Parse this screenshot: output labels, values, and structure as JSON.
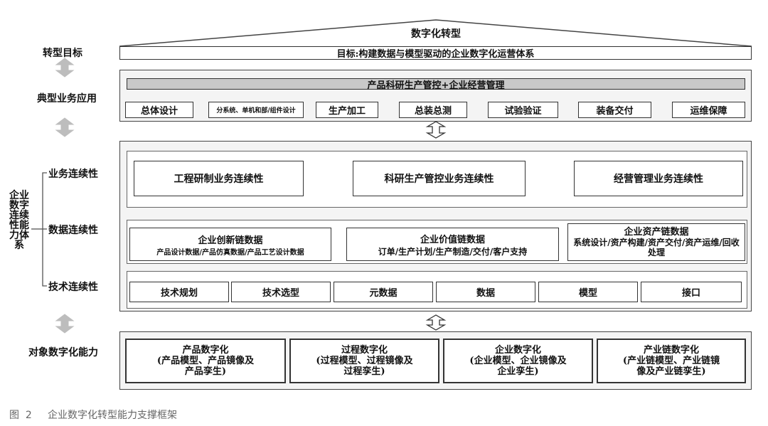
{
  "title": "数字化转型",
  "left_labels": {
    "goal": "转型目标",
    "apps": "典型业务应用",
    "system": "企业数字连续性能力体系",
    "business": "业务连续性",
    "data": "数据连续性",
    "tech": "技术连续性",
    "object": "对象数字化能力"
  },
  "goal_text": "目标:构建数据与模型驱动的企业数字化运营体系",
  "apps": {
    "header": "产品科研生产管控+企业经营管理",
    "steps": [
      "总体设计",
      "分系统、单机和部/组件设计",
      "生产加工",
      "总装总测",
      "试验验证",
      "装备交付",
      "运维保障"
    ]
  },
  "business": [
    "工程研制业务连续性",
    "科研生产管控业务连续性",
    "经营管理业务连续性"
  ],
  "data_chains": [
    {
      "title": "企业创新链数据",
      "detail": "产品设计数据/产品仿真数据/产品工艺设计数据"
    },
    {
      "title": "企业价值链数据",
      "detail": "订单/生产计划/生产制造/交付/客户支持"
    },
    {
      "title": "企业资产链数据",
      "detail": "系统设计/资产构建/资产交付/资产运维/回收处理"
    }
  ],
  "tech": [
    "技术规划",
    "技术选型",
    "元数据",
    "数据",
    "模型",
    "接口"
  ],
  "objects": [
    {
      "title": "产品数字化",
      "l1": "(产品模型、产品镜像及",
      "l2": "产品孪生)"
    },
    {
      "title": "过程数字化",
      "l1": "(过程模型、过程镜像及",
      "l2": "过程孪生)"
    },
    {
      "title": "企业数字化",
      "l1": "(企业模型、企业镜像及",
      "l2": "企业孪生)"
    },
    {
      "title": "产业链数字化",
      "l1": "(产业链模型、产业链镜",
      "l2": "像及产业链孪生)"
    }
  ],
  "caption": "图  2     企业数字化转型能力支撑框架"
}
